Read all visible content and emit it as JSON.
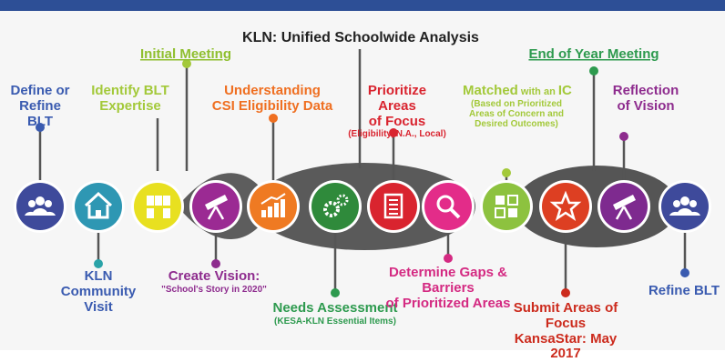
{
  "title": "KLN: Unified Schoolwide Analysis",
  "phases": {
    "initial": "Initial Meeting",
    "end": "End of Year Meeting"
  },
  "labels": {
    "define_refine": "Define or\nRefine BLT",
    "identify_expertise": "Identify BLT\nExpertise",
    "understanding_csi": "Understanding\nCSI Eligibility Data",
    "prioritize_title": "Prioritize Areas\nof Focus",
    "prioritize_sub": "(Eligibility, N.A., Local)",
    "matched_title_a": "Matched",
    "matched_title_b": " with an ",
    "matched_title_c": "IC",
    "matched_sub": "(Based on Prioritized\nAreas of Concern and\nDesired Outcomes)",
    "reflection": "Reflection\nof Vision",
    "kln_visit": "KLN\nCommunity Visit",
    "create_vision": "Create Vision:",
    "create_vision_sub": "\"School's Story in 2020\"",
    "needs_assessment": "Needs Assessment",
    "needs_assessment_sub": "(KESA-KLN Essential Items)",
    "determine_gaps": "Determine Gaps & Barriers\nof Prioritized Areas",
    "submit_areas": "Submit Areas of Focus\nKansaStar: May 2017",
    "refine_blt": "Refine BLT"
  },
  "circles": [
    {
      "icon": "people-icon",
      "color": "#3e4a9b"
    },
    {
      "icon": "house-icon",
      "color": "#2e97b3"
    },
    {
      "icon": "org-chart-icon",
      "color": "#e8e020"
    },
    {
      "icon": "telescope-icon",
      "color": "#9b2a93"
    },
    {
      "icon": "growth-chart-icon",
      "color": "#ef7a22"
    },
    {
      "icon": "gears-icon",
      "color": "#2f8a3b"
    },
    {
      "icon": "document-icon",
      "color": "#d9242f"
    },
    {
      "icon": "magnifier-icon",
      "color": "#e32c89"
    },
    {
      "icon": "grid-icon",
      "color": "#8dc23f"
    },
    {
      "icon": "star-icon",
      "color": "#dd3f22"
    },
    {
      "icon": "telescope-icon",
      "color": "#7e2a8f"
    },
    {
      "icon": "people-icon",
      "color": "#3e4a9b"
    }
  ],
  "colors": {
    "blue": "#3a5bb0",
    "yellow_green": "#a3c93a",
    "orange": "#ef6f21",
    "red": "#d9242f",
    "green": "#2d9a4e",
    "purple": "#8e2c8e",
    "magenta": "#d42a82",
    "teal": "#2aa3a8",
    "dark_red": "#cc2b1d",
    "band": "#5d5d5d"
  }
}
